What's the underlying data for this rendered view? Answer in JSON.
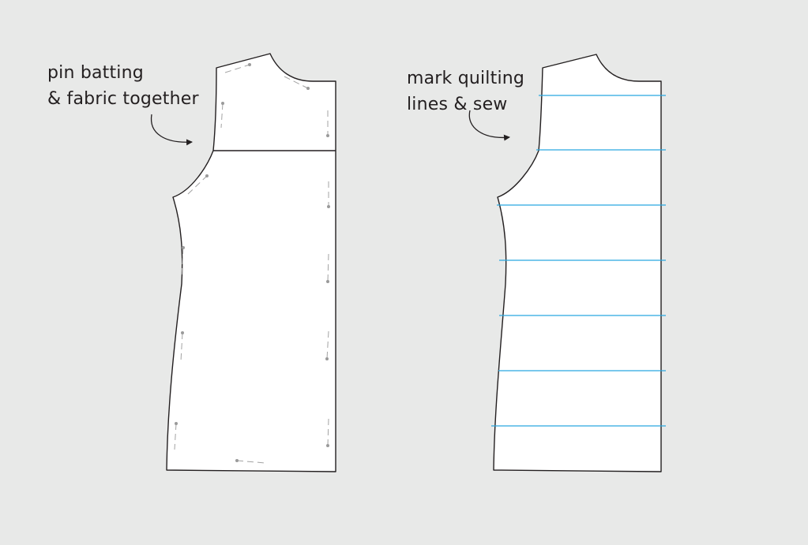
{
  "labels": {
    "left_line1": "pin batting",
    "left_line2": "& fabric together",
    "right_line1": "mark quilting",
    "right_line2": "lines & sew"
  },
  "colors": {
    "background": "#e8e9e8",
    "panel_fill": "#ffffff",
    "outline": "#231f20",
    "quilting_line": "#29a8e0",
    "pin": "#9a9a9a"
  },
  "quilting_line_count": 7
}
